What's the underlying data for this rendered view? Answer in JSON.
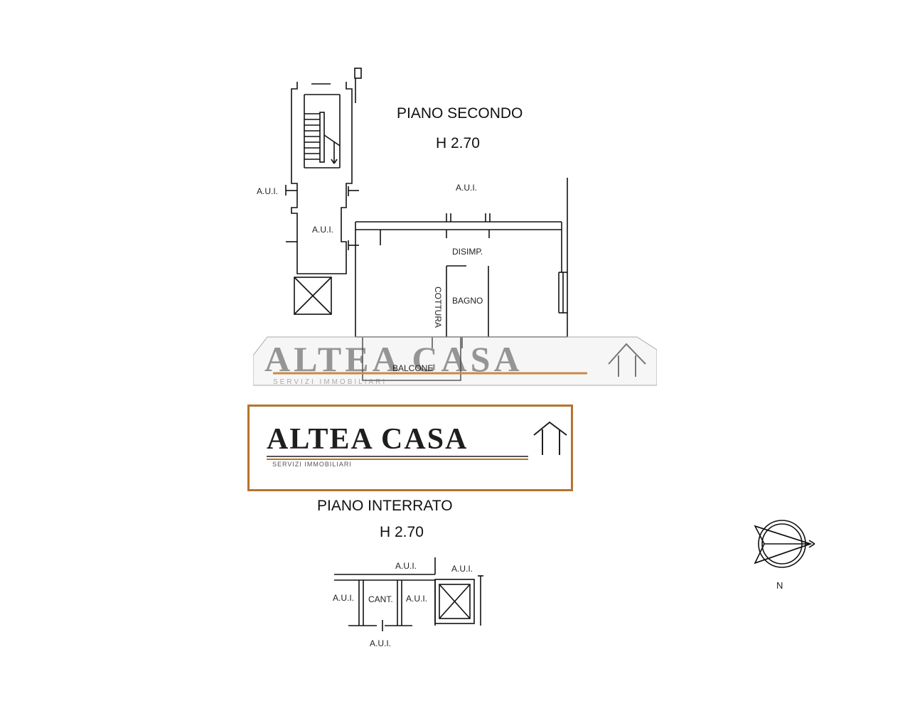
{
  "upper_floor": {
    "title": "PIANO SECONDO",
    "height": "H 2.70",
    "rooms": {
      "aui_left": "A.U.I.",
      "aui_stair": "A.U.I.",
      "aui_top": "A.U.I.",
      "disimpegno": "DISIMP.",
      "bagno": "BAGNO",
      "cottura": "COTTURA",
      "balcone": "BALCONE"
    }
  },
  "basement": {
    "title": "PIANO INTERRATO",
    "height": "H 2.70",
    "rooms": {
      "aui_top": "A.U.I.",
      "aui_right": "A.U.I.",
      "aui_left": "A.U.I.",
      "cantina": "CANT.",
      "aui_mid": "A.U.I.",
      "aui_bottom": "A.U.I."
    }
  },
  "compass": {
    "north_label": "N"
  },
  "branding": {
    "logo_name": "ALTEA CASA",
    "logo_tagline": "SERVIZI IMMOBILIARI",
    "watermark_name": "ALTEA CASA",
    "watermark_tagline": "SERVIZI IMMOBILIARI",
    "accent_color": "#b5732f"
  }
}
